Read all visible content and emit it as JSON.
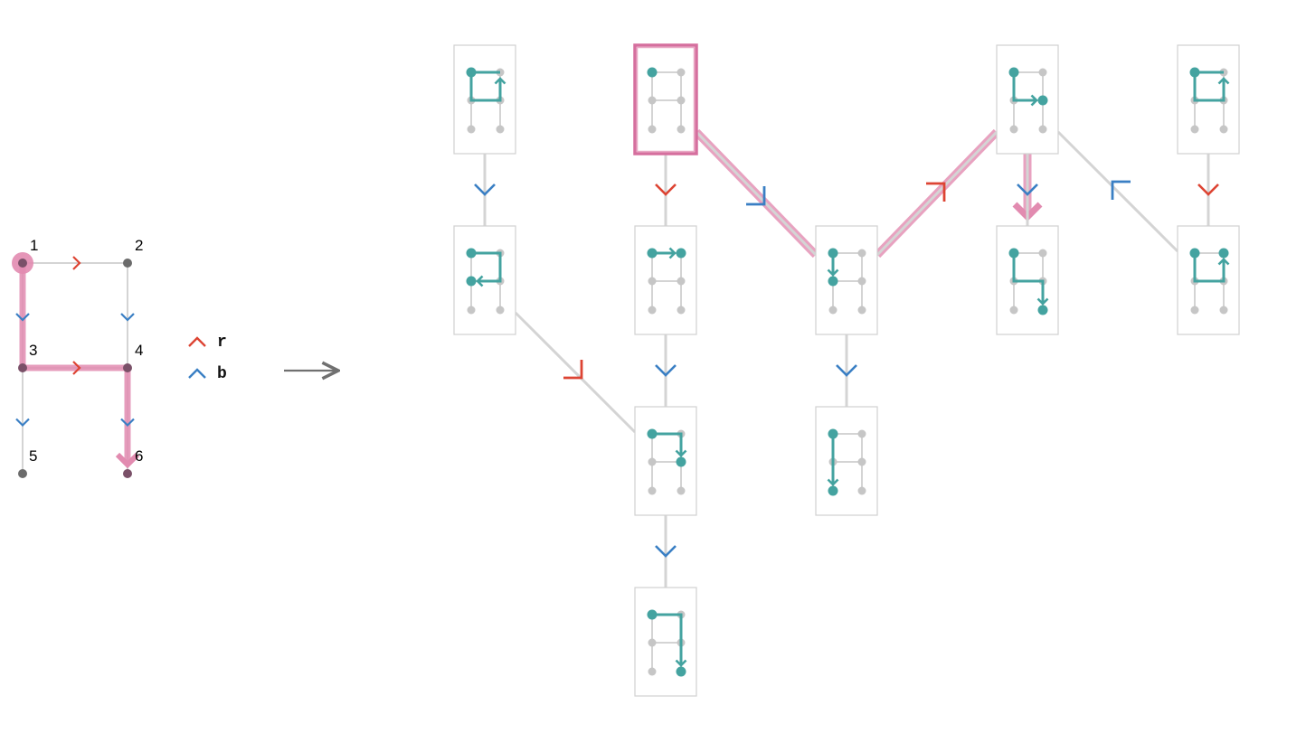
{
  "colors": {
    "red": "#dd4433",
    "blue": "#3a7fc4",
    "teal": "#44a3a0",
    "path_highlight": "#e28bb0",
    "node": "#6b6b6b",
    "grid_node": "#c6c6c6",
    "edge": "#d4d4d4",
    "frame": "#d0d0d0",
    "selected_frame": "#d56f9e"
  },
  "graph": {
    "nodes": [
      {
        "id": 1,
        "label": "1"
      },
      {
        "id": 2,
        "label": "2"
      },
      {
        "id": 3,
        "label": "3"
      },
      {
        "id": 4,
        "label": "4"
      },
      {
        "id": 5,
        "label": "5"
      },
      {
        "id": 6,
        "label": "6"
      }
    ],
    "edges": [
      {
        "from": 1,
        "to": 2,
        "label": "r"
      },
      {
        "from": 1,
        "to": 3,
        "label": "b"
      },
      {
        "from": 2,
        "to": 4,
        "label": "b"
      },
      {
        "from": 3,
        "to": 4,
        "label": "r"
      },
      {
        "from": 3,
        "to": 5,
        "label": "b"
      },
      {
        "from": 4,
        "to": 6,
        "label": "b"
      }
    ],
    "start_node": 1,
    "highlighted_path": [
      1,
      3,
      4,
      6
    ]
  },
  "legend": [
    {
      "label": "r",
      "color": "red"
    },
    {
      "label": "b",
      "color": "blue"
    }
  ],
  "states": [
    {
      "id": "A",
      "path": [
        2,
        1,
        3,
        4,
        2
      ],
      "start": 1,
      "end": 1
    },
    {
      "id": "B",
      "path": [
        1
      ],
      "start": 1,
      "end": 1
    },
    {
      "id": "C",
      "path": [
        1,
        2
      ],
      "start": 1,
      "end": 2
    },
    {
      "id": "D",
      "path": [
        1,
        3
      ],
      "start": 1,
      "end": 3
    },
    {
      "id": "E",
      "path": [
        1,
        3,
        4
      ],
      "start": 1,
      "end": 4
    },
    {
      "id": "F",
      "path": [
        3,
        1,
        2,
        4,
        3
      ],
      "start": 1,
      "end": 3
    },
    {
      "id": "G",
      "path": [
        1,
        2,
        4
      ],
      "start": 1,
      "end": 4
    },
    {
      "id": "H",
      "path": [
        1,
        3,
        5
      ],
      "start": 1,
      "end": 5
    },
    {
      "id": "I",
      "path": [
        1,
        3,
        4,
        6
      ],
      "start": 1,
      "end": 6
    },
    {
      "id": "J",
      "path": [
        1,
        2,
        4,
        6
      ],
      "start": 1,
      "end": 6
    },
    {
      "id": "K",
      "path": [
        4,
        3,
        1,
        2
      ],
      "start": 1,
      "end": 2
    }
  ],
  "transitions": [
    {
      "from": "A",
      "to": "F",
      "label": "b",
      "highlight": false
    },
    {
      "from": "B",
      "to": "C",
      "label": "r",
      "highlight": false
    },
    {
      "from": "B",
      "to": "D",
      "label": "b",
      "highlight": true
    },
    {
      "from": "C",
      "to": "G",
      "label": "b",
      "highlight": false
    },
    {
      "from": "D",
      "to": "E",
      "label": "r",
      "highlight": true
    },
    {
      "from": "D",
      "to": "H",
      "label": "b",
      "highlight": false
    },
    {
      "from": "E",
      "to": "I",
      "label": "b",
      "highlight": true
    },
    {
      "from": "F",
      "to": "G",
      "label": "r",
      "highlight": false
    },
    {
      "from": "G",
      "to": "J",
      "label": "b",
      "highlight": false
    },
    {
      "from": "K",
      "to": "E",
      "label": "b",
      "highlight": false
    },
    {
      "from": "A",
      "to": "K",
      "label": "r",
      "highlight": false
    }
  ],
  "selected_state": "B"
}
